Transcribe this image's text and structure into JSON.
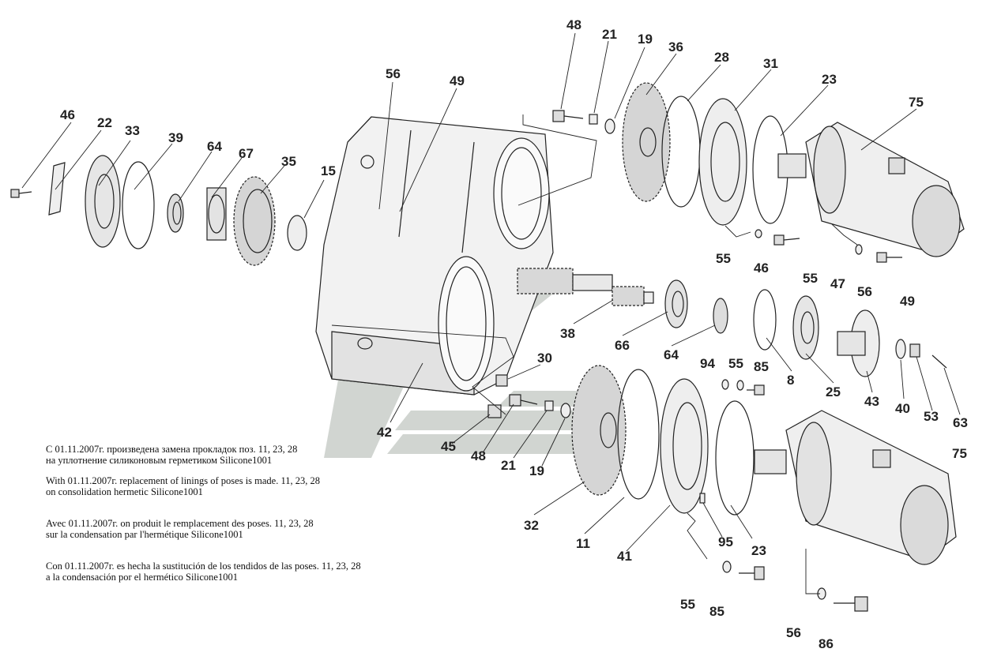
{
  "callouts": {
    "c46a": "46",
    "c22": "22",
    "c33": "33",
    "c39": "39",
    "c64a": "64",
    "c67": "67",
    "c35": "35",
    "c15": "15",
    "c56a": "56",
    "c49a": "49",
    "c48a": "48",
    "c21a": "21",
    "c19a": "19",
    "c36": "36",
    "c28": "28",
    "c31": "31",
    "c23a": "23",
    "c75a": "75",
    "c55a": "55",
    "c46b": "46",
    "c56b": "56",
    "c49b": "49",
    "c55b": "55",
    "c47": "47",
    "c38": "38",
    "c66": "66",
    "c64b": "64",
    "c8": "8",
    "c25": "25",
    "c43": "43",
    "c40": "40",
    "c53": "53",
    "c63": "63",
    "c94": "94",
    "c55c": "55",
    "c85a": "85",
    "c30": "30",
    "c42": "42",
    "c45": "45",
    "c48b": "48",
    "c21b": "21",
    "c19b": "19",
    "c32": "32",
    "c11": "11",
    "c41": "41",
    "c95": "95",
    "c23b": "23",
    "c75b": "75",
    "c55d": "55",
    "c85b": "85",
    "c56c": "56",
    "c86": "86"
  },
  "notes": {
    "ru_line1": "С 01.11.2007г. произведена замена прокладок поз. 11, 23, 28",
    "ru_line2": "на уплотнение силиконовым герметиком Silicone1001",
    "en_line1": "With 01.11.2007г. replacement of  linings of poses is made. 11, 23, 28",
    "en_line2": "on consolidation hermetic Silicone1001",
    "fr_line1": "Avec 01.11.2007г. on produit le remplacement des poses. 11, 23, 28",
    "fr_line2": "sur la condensation par l'hermétique Silicone1001",
    "es_line1": "Con 01.11.2007г. es hecha la sustitución de los tendidos de las poses. 11, 23, 28",
    "es_line2": "a la condensación por el hermético Silicone1001"
  },
  "colors": {
    "line": "#222222",
    "watermark": "#c9cec9",
    "shade": "#d8d8d8"
  }
}
